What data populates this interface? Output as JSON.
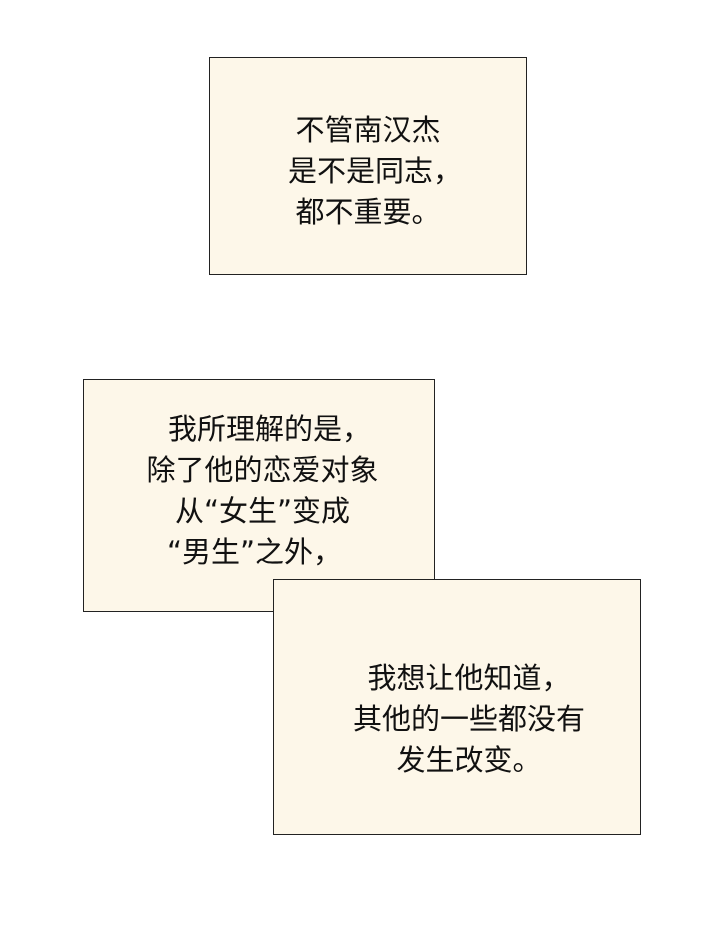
{
  "panels": [
    {
      "lines": [
        "不管南汉杰",
        "是不是同志，",
        "都不重要。"
      ]
    },
    {
      "lines": [
        "我所理解的是，",
        "除了他的恋爱对象",
        "从“女生”变成",
        "“男生”之外，"
      ]
    },
    {
      "lines": [
        "我想让他知道，",
        "其他的一些都没有",
        "发生改变。"
      ]
    }
  ],
  "colors": {
    "box_fill": "#fdf7e9",
    "border": "#222222"
  }
}
